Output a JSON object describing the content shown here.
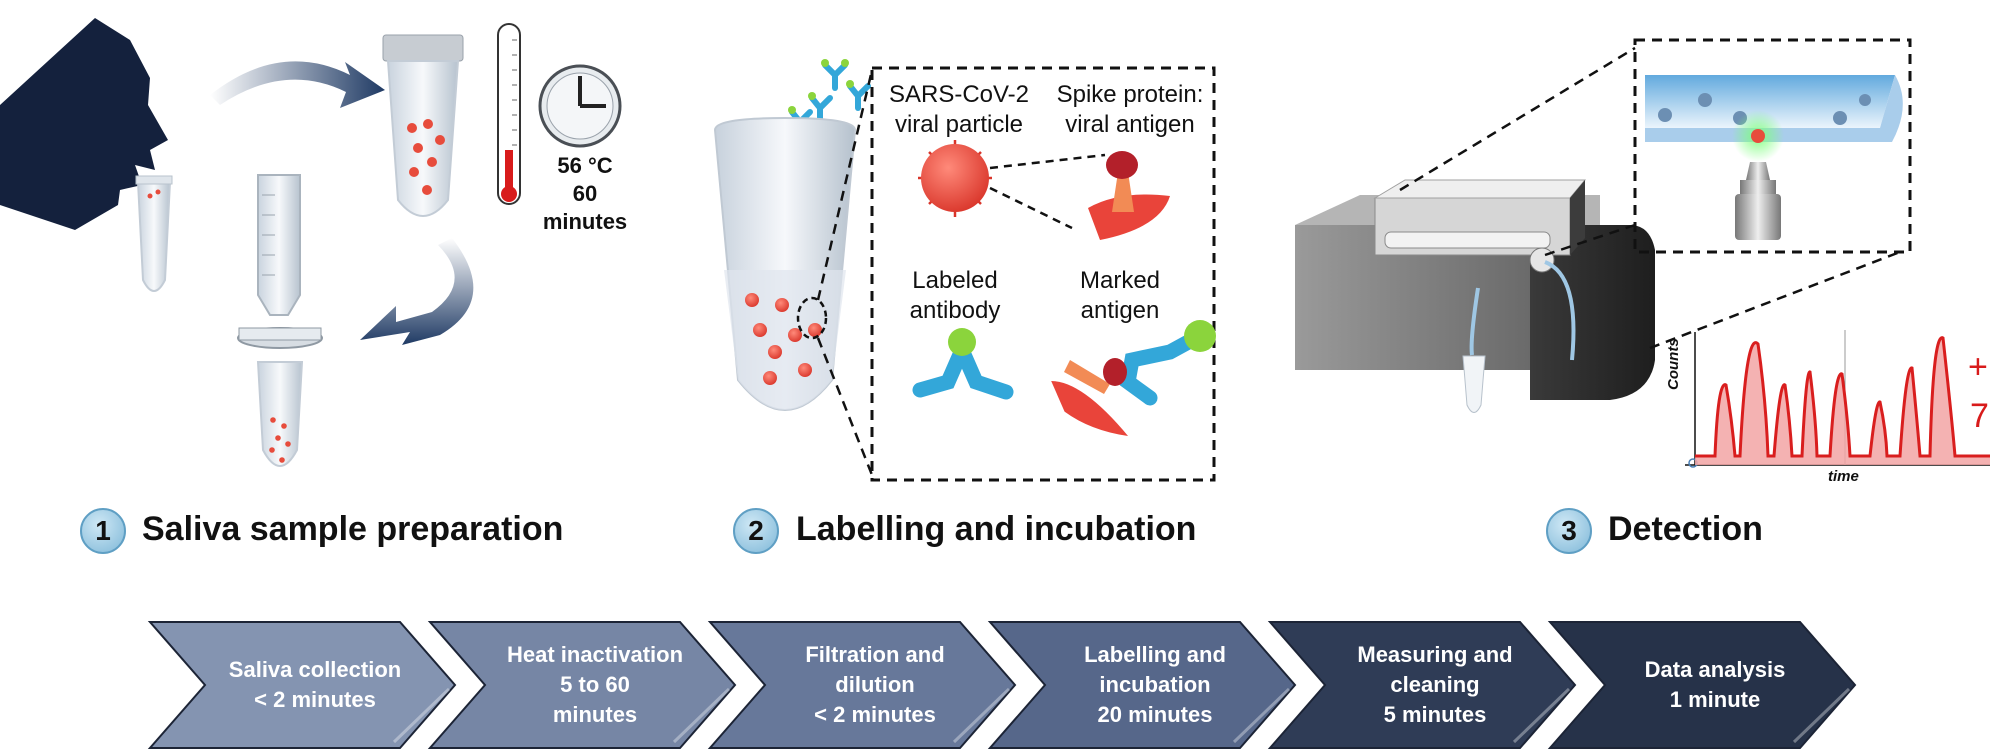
{
  "stages": [
    {
      "number": "1",
      "title": "Saliva sample preparation"
    },
    {
      "number": "2",
      "title": "Labelling and incubation"
    },
    {
      "number": "3",
      "title": "Detection"
    }
  ],
  "stage1": {
    "temperature": "56 °C",
    "duration": "60 minutes"
  },
  "stage2": {
    "viral_particle_label_1": "SARS-CoV-2",
    "viral_particle_label_2": "viral particle",
    "spike_label_1": "Spike protein:",
    "spike_label_2": "viral antigen",
    "antibody_label_1": "Labeled",
    "antibody_label_2": "antibody",
    "antigen_label_1": "Marked",
    "antigen_label_2": "antigen"
  },
  "stage3": {
    "ylabel": "Counts",
    "xlabel": "time",
    "marker_plus": "+",
    "marker_seven": "7"
  },
  "workflow": [
    {
      "text": "Saliva collection\n< 2 minutes",
      "color": "#8494b1"
    },
    {
      "text": "Heat inactivation\n5 to 60\nminutes",
      "color": "#7686a5"
    },
    {
      "text": "Filtration and\ndilution\n< 2 minutes",
      "color": "#67789a"
    },
    {
      "text": "Labelling and\nincubation\n20 minutes",
      "color": "#56678a"
    },
    {
      "text": "Measuring and\ncleaning\n5 minutes",
      "color": "#2f3c56"
    },
    {
      "text": "Data analysis\n1 minute",
      "color": "#263249"
    }
  ],
  "colors": {
    "silhouette": "#14213d",
    "arrow": "#1f3a64",
    "particle": "#e74c3c",
    "antibody_blue": "#33a7d9",
    "antibody_green": "#8bd43c",
    "trace": "#d91e1e",
    "device": "#6b6b6b"
  }
}
